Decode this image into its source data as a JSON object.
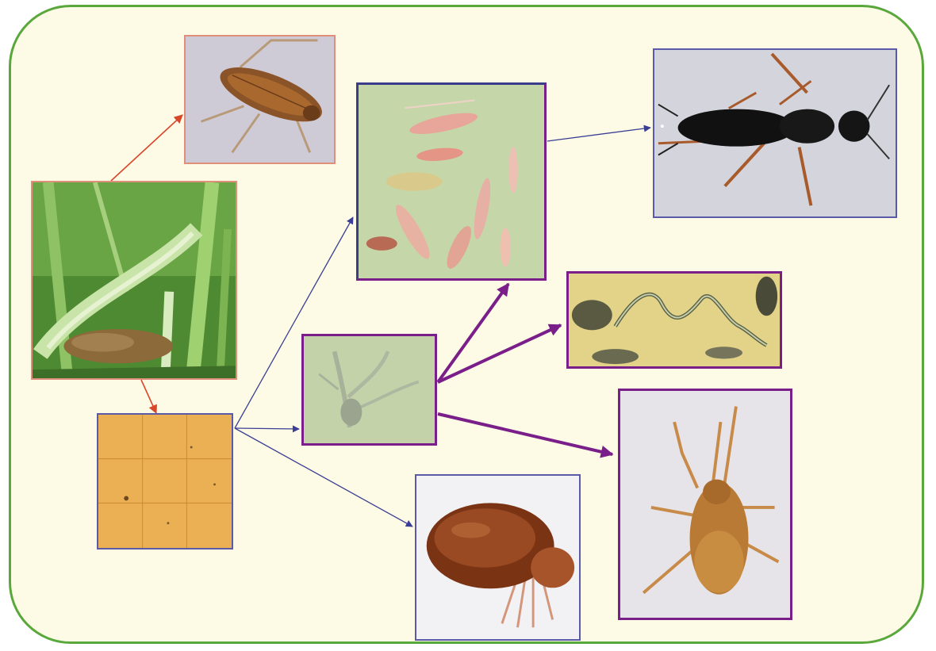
{
  "diagram": {
    "colors": {
      "frame_border": "#5aa83c",
      "frame_fill": "#fdfbe6",
      "arrow_red": "#d9472b",
      "arrow_blue": "#3b3f94",
      "arrow_purple": "#7a1f8a",
      "border_salmon": "#e0907a",
      "border_blue": "#5a5aa8",
      "border_navy": "#3c3c8c",
      "border_purple": "#7a1f8a"
    },
    "nodes": [
      {
        "id": "grass-photo",
        "subject": "grass-blade-with-soil"
      },
      {
        "id": "soil-sample-grid",
        "subject": "counting-grid-plate"
      },
      {
        "id": "springtail-photo",
        "subject": "springtail"
      },
      {
        "id": "microarthropod-mix",
        "subject": "mixed-collembola-and-mites"
      },
      {
        "id": "rove-beetle-photo",
        "subject": "rove-beetle"
      },
      {
        "id": "fungal-hyphae-photo",
        "subject": "fungal-hyphae"
      },
      {
        "id": "nematode-photo",
        "subject": "nematode"
      },
      {
        "id": "predatory-mite-photo",
        "subject": "predatory-mite"
      },
      {
        "id": "oribatid-mite-photo",
        "subject": "oribatid-mite"
      }
    ],
    "links": [
      {
        "from": "grass-photo",
        "to": "springtail-photo",
        "color": "red"
      },
      {
        "from": "grass-photo",
        "to": "soil-sample-grid",
        "color": "red"
      },
      {
        "from": "soil-sample-grid",
        "to": "microarthropod-mix",
        "color": "blue"
      },
      {
        "from": "soil-sample-grid",
        "to": "fungal-hyphae-photo",
        "color": "blue"
      },
      {
        "from": "soil-sample-grid",
        "to": "oribatid-mite-photo",
        "color": "blue"
      },
      {
        "from": "microarthropod-mix",
        "to": "rove-beetle-photo",
        "color": "blue"
      },
      {
        "from": "fungal-hyphae-photo",
        "to": "microarthropod-mix",
        "color": "purple"
      },
      {
        "from": "fungal-hyphae-photo",
        "to": "nematode-photo",
        "color": "purple"
      },
      {
        "from": "fungal-hyphae-photo",
        "to": "predatory-mite-photo",
        "color": "purple"
      }
    ]
  }
}
